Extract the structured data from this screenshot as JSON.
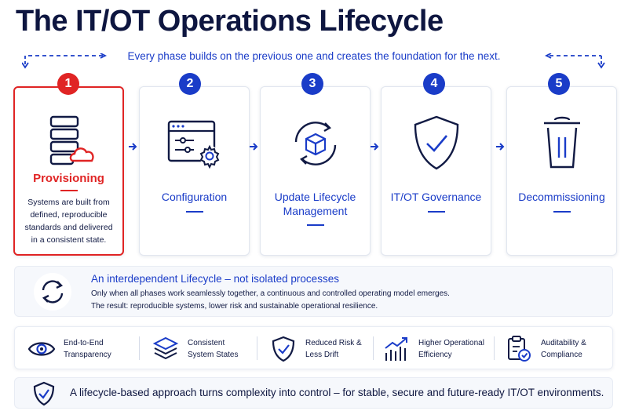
{
  "title": "The IT/OT Operations Lifecycle",
  "subtitle": "Every phase builds on the previous one and creates the foundation for the next.",
  "colors": {
    "accent": "#1a3cc8",
    "active": "#e02424",
    "navy": "#0e1640"
  },
  "phases": [
    {
      "number": "1",
      "title": "Provisioning",
      "description": "Systems are built from defined, reproducible standards and delivered in a consistent state.",
      "icon": "server-cloud-icon",
      "active": true
    },
    {
      "number": "2",
      "title": "Configuration",
      "icon": "window-gear-icon"
    },
    {
      "number": "3",
      "title": "Update Lifecycle Management",
      "icon": "cube-refresh-icon"
    },
    {
      "number": "4",
      "title": "IT/OT Governance",
      "icon": "shield-check-icon"
    },
    {
      "number": "5",
      "title": "Decommissioning",
      "icon": "trash-icon"
    }
  ],
  "interdependent": {
    "title": "An interdependent Lifecycle – not isolated processes",
    "line1": "Only when all phases work seamlessly together, a continuous and controlled operating model emerges.",
    "line2": "The result: reproducible systems, lower risk and sustainable operational resilience."
  },
  "benefits": [
    {
      "label": "End-to-End Transparency",
      "icon": "eye-icon"
    },
    {
      "label": "Consistent System States",
      "icon": "layers-icon"
    },
    {
      "label": "Reduced Risk & Less Drift",
      "icon": "shield-check-icon"
    },
    {
      "label": "Higher Operational Efficiency",
      "icon": "growth-chart-icon"
    },
    {
      "label": "Auditability & Compliance",
      "icon": "clipboard-check-icon"
    }
  ],
  "footer": "A lifecycle-based approach turns complexity into control – for stable, secure and future-ready IT/OT environments."
}
